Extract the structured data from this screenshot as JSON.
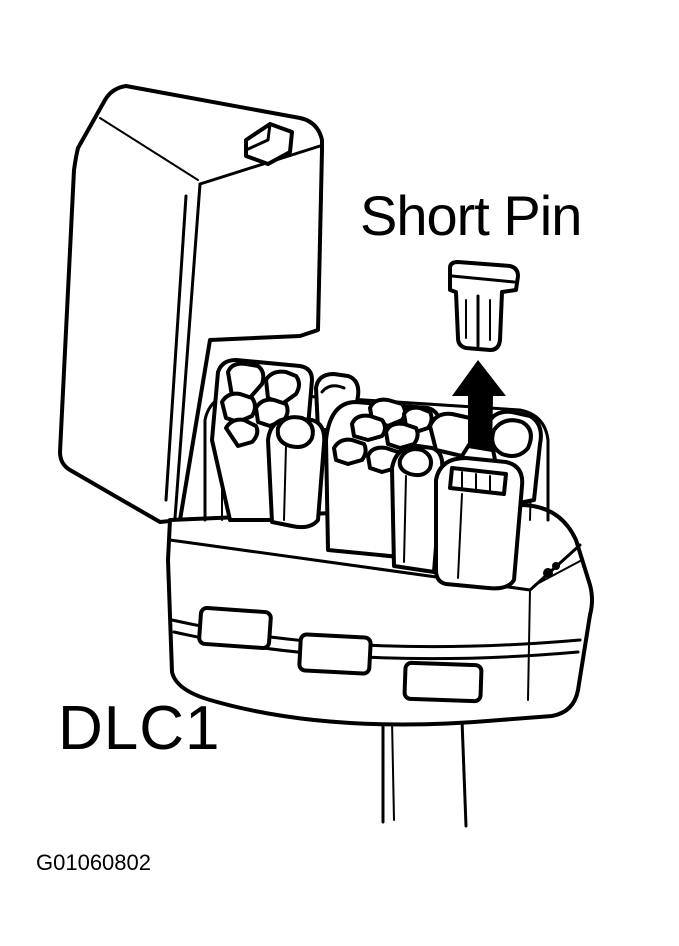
{
  "labels": {
    "short_pin": "Short Pin",
    "connector": "DLC1",
    "figure_id": "G01060802"
  },
  "colors": {
    "ink": "#000000",
    "paper": "#ffffff"
  }
}
